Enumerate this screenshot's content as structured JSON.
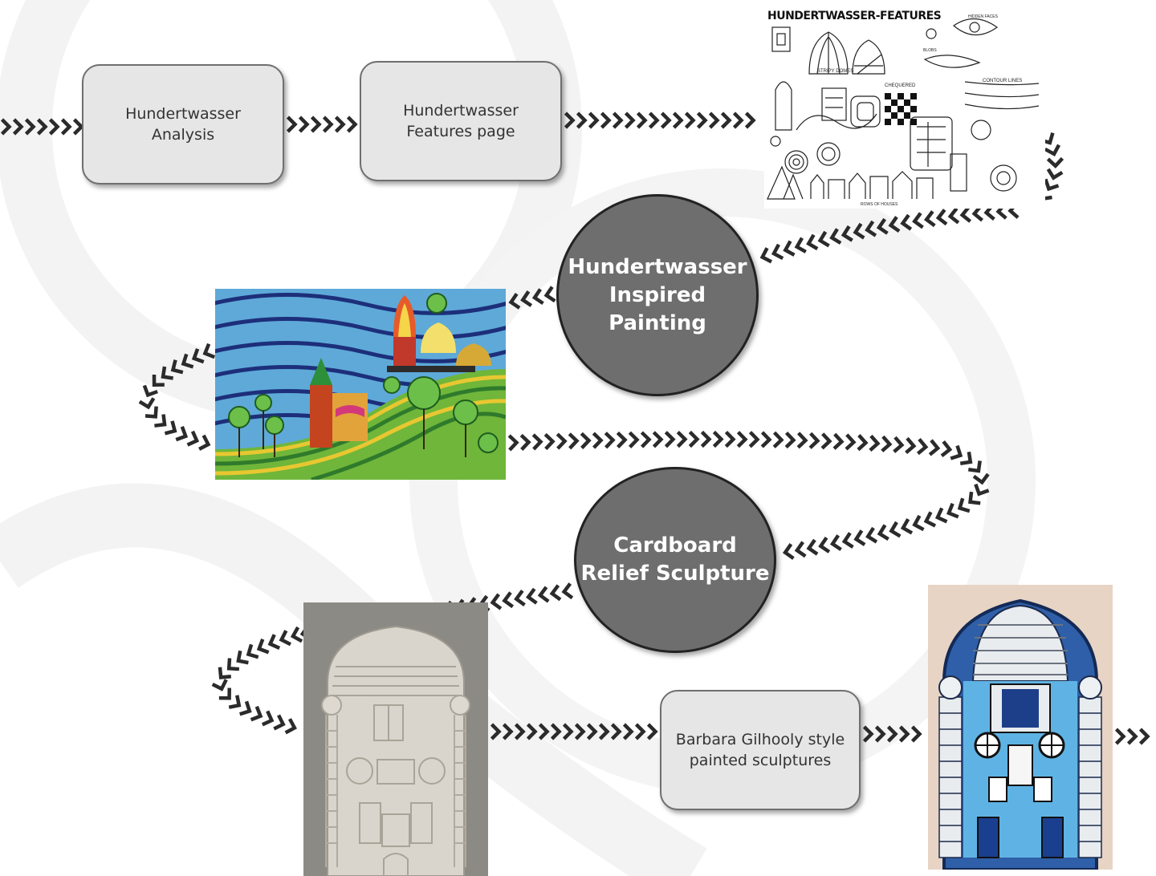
{
  "steps": {
    "analysis": "Hundertwasser\nAnalysis",
    "features_page": "Hundertwasser\nFeatures page",
    "painting": "Hundertwasser\nInspired\nPainting",
    "cardboard": "Cardboard\nRelief Sculpture",
    "gilhooly": "Barbara Gilhooly style\npainted sculptures"
  },
  "features_sheet": {
    "title": "HUNDERTWASSER-FEATURES",
    "labels": [
      "STRIPY DOMES",
      "CHEQUERED",
      "CONTOUR LINES",
      "ROWS OF HOUSES",
      "BLOBS",
      "HIDDEN FACES"
    ]
  },
  "colors": {
    "box_fill": "#e6e6e6",
    "box_border": "#6f6f6f",
    "circle_fill": "#6e6e6e",
    "chevron": "#2b2b2b"
  }
}
